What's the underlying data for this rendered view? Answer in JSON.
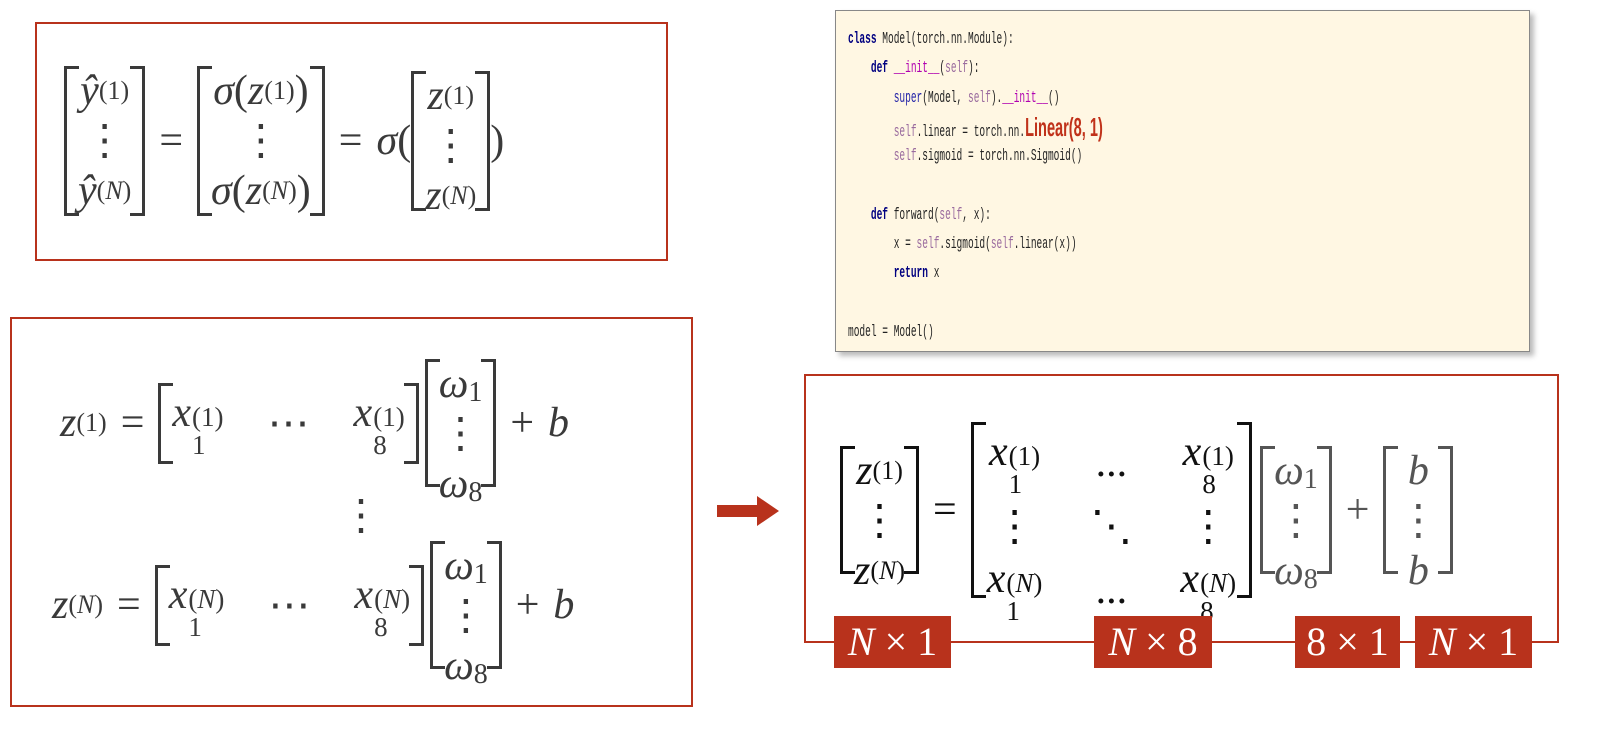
{
  "sym": {
    "yhat": "ŷ",
    "z": "z",
    "x": "x",
    "w": "ω",
    "b": "b",
    "sigma": "σ",
    "eq": "=",
    "plus": "+",
    "lp": "(",
    "rp": ")",
    "vdots": "⋮",
    "cdots": "⋯",
    "ldots": "...",
    "ddots": "⋱",
    "one": "1",
    "eight": "8",
    "sup1": "1",
    "supN": "N"
  },
  "code": {
    "lines": [
      [
        {
          "t": "class",
          "c": "kw"
        },
        {
          "t": " Model(torch.nn.Module):"
        }
      ],
      [
        {
          "t": "    "
        },
        {
          "t": "def",
          "c": "kw"
        },
        {
          "t": " "
        },
        {
          "t": "__init__",
          "c": "dunder"
        },
        {
          "t": "("
        },
        {
          "t": "self",
          "c": "self"
        },
        {
          "t": "):"
        }
      ],
      [
        {
          "t": "        "
        },
        {
          "t": "super",
          "c": "bi"
        },
        {
          "t": "(Model, "
        },
        {
          "t": "self",
          "c": "self"
        },
        {
          "t": ")."
        },
        {
          "t": "__init__",
          "c": "dunder"
        },
        {
          "t": "()"
        }
      ],
      [
        {
          "t": "        "
        },
        {
          "t": "self",
          "c": "self"
        },
        {
          "t": ".linear = torch.nn."
        },
        {
          "t": "Linear(8, 1)",
          "c": "hl"
        }
      ],
      [
        {
          "t": "        "
        },
        {
          "t": "self",
          "c": "self"
        },
        {
          "t": ".sigmoid = torch.nn.Sigmoid()"
        }
      ],
      [
        {
          "t": ""
        }
      ],
      [
        {
          "t": "    "
        },
        {
          "t": "def",
          "c": "kw"
        },
        {
          "t": " forward("
        },
        {
          "t": "self",
          "c": "self"
        },
        {
          "t": ", x):"
        }
      ],
      [
        {
          "t": "        x = "
        },
        {
          "t": "self",
          "c": "self"
        },
        {
          "t": ".sigmoid("
        },
        {
          "t": "self",
          "c": "self"
        },
        {
          "t": ".linear(x))"
        }
      ],
      [
        {
          "t": "        "
        },
        {
          "t": "return",
          "c": "kw"
        },
        {
          "t": " x"
        }
      ],
      [
        {
          "t": ""
        }
      ],
      [
        {
          "t": "model = Model()"
        }
      ]
    ]
  },
  "shape_labels": [
    {
      "a": "N",
      "op": " × ",
      "b": "1"
    },
    {
      "a": "N",
      "op": " × ",
      "b": "8"
    },
    {
      "a": "8",
      "op": " × ",
      "b": "1"
    },
    {
      "a": "N",
      "op": " × ",
      "b": "1"
    }
  ],
  "colors": {
    "accent": "#b8321c",
    "code_bg": "#fff7e3",
    "keyword": "#000080",
    "self": "#9a6b9e",
    "dunder": "#b000b0"
  }
}
